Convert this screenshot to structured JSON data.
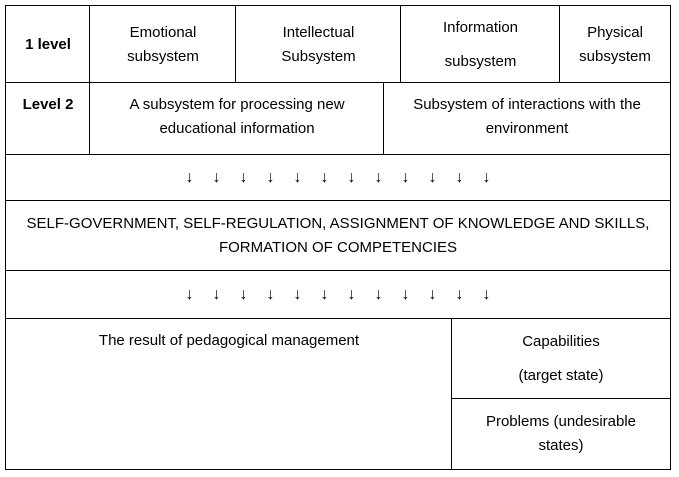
{
  "level1": {
    "label": "1 level",
    "cells": [
      "Emotional\nsubsystem",
      "Intellectual\nSubsystem",
      "Information\nsubsystem",
      "Physical\nsubsystem"
    ]
  },
  "level2": {
    "label": "Level 2",
    "cells": [
      "A subsystem for processing new\neducational information",
      "Subsystem of interactions with the\nenvironment"
    ]
  },
  "arrow_glyph": "↓",
  "arrow_count": 12,
  "process_text": "SELF-GOVERNMENT, SELF-REGULATION, ASSIGNMENT OF KNOWLEDGE AND SKILLS,\nFORMATION OF COMPETENCIES",
  "result": {
    "label": "The result of pedagogical management",
    "capabilities": "Capabilities\n(target state)",
    "problems": "Problems (undesirable\nstates)"
  }
}
